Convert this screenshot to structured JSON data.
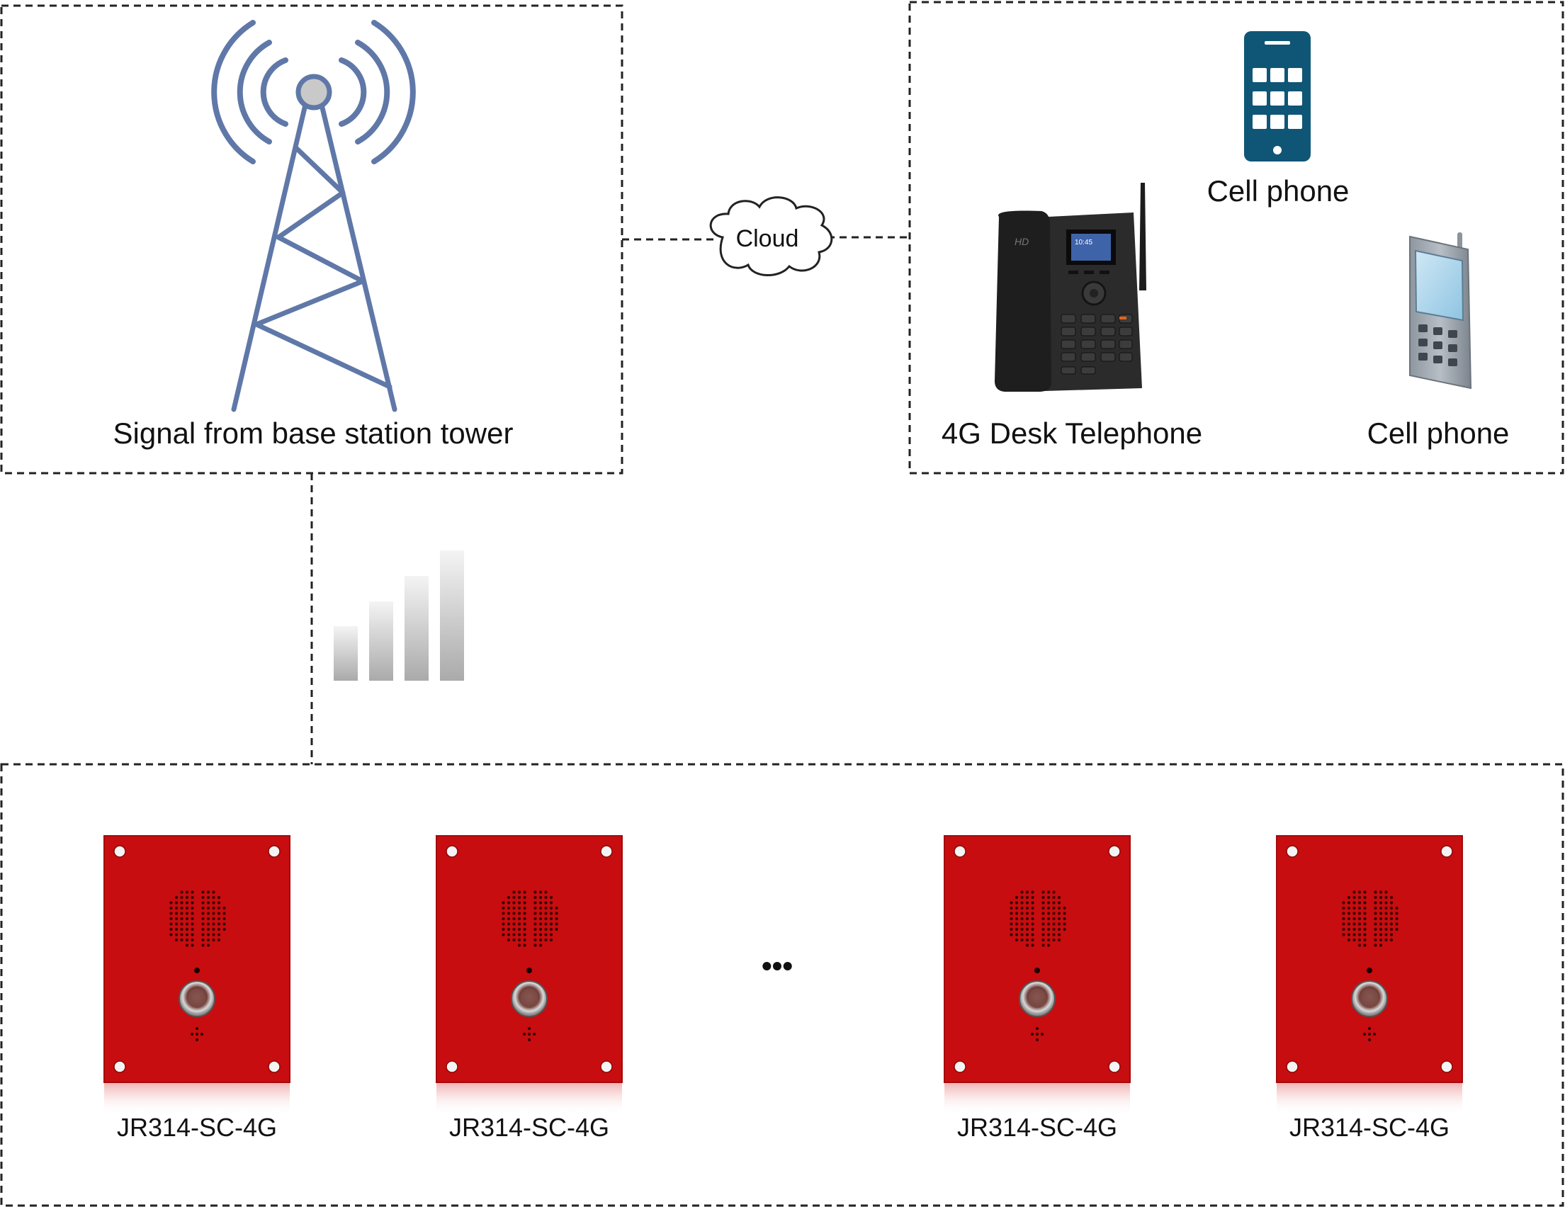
{
  "tower_panel": {
    "label": "Signal from base station tower"
  },
  "cloud": {
    "label": "Cloud"
  },
  "phones_panel": {
    "desk_phone_label": "4G Desk Telephone",
    "smartphone_label": "Cell phone",
    "feature_phone_label": "Cell phone",
    "desk_screen_text": "10:45"
  },
  "devices_panel": {
    "devices": [
      {
        "label": "JR314-SC-4G"
      },
      {
        "label": "JR314-SC-4G"
      },
      {
        "label": "JR314-SC-4G"
      },
      {
        "label": "JR314-SC-4G"
      }
    ],
    "ellipsis": "•••"
  },
  "signal_bars": {
    "bars": 4
  },
  "colors": {
    "tower": "#5f78a8",
    "smartphone": "#0f5676",
    "intercom_red": "#c70d0f",
    "dashed_border": "#222222"
  },
  "icons": [
    "cell-tower-icon",
    "cloud-icon",
    "signal-strength-icon",
    "smartphone-icon",
    "feature-phone-icon",
    "desk-phone-icon",
    "intercom-icon"
  ]
}
